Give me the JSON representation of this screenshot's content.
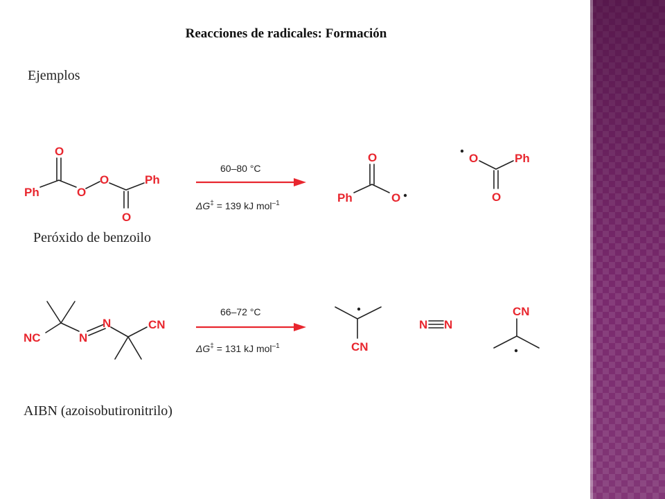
{
  "slide": {
    "title": "Reacciones de radicales: Formación",
    "subtitle": "Ejemplos",
    "colors": {
      "atom_red": "#e8262e",
      "sidebar_purple": "#7a2a6e",
      "text": "#222222"
    }
  },
  "reaction1": {
    "label": "Peróxido de benzoilo",
    "conditions": "60–80 °C",
    "dg_prefix": "ΔG",
    "dg_dagger": "‡",
    "dg_value": " = 139 kJ mol",
    "dg_exp": "–1",
    "atoms": {
      "O": "O",
      "Ph": "Ph"
    }
  },
  "reaction2": {
    "label": "AIBN (azoisobutironitrilo)",
    "conditions": "66–72 °C",
    "dg_prefix": "ΔG",
    "dg_dagger": "‡",
    "dg_value": " = 131 kJ mol",
    "dg_exp": "–1",
    "atoms": {
      "N": "N",
      "NC": "NC",
      "CN": "CN"
    }
  }
}
